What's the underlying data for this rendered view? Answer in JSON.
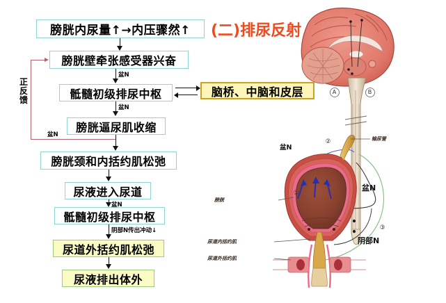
{
  "title": "(二)排尿反射",
  "title_color": "#f04a20",
  "flow": {
    "nodes": [
      {
        "id": "n1",
        "label": "膀胱内尿量↑→内压骤然↑",
        "style": "cyan"
      },
      {
        "id": "n2",
        "label": "膀胱壁牵张感受器兴奋",
        "style": "cyan"
      },
      {
        "id": "n3",
        "label": "骶髓初级排尿中枢",
        "style": "cyan"
      },
      {
        "id": "n4",
        "label": "膀胱逼尿肌收缩",
        "style": "cyan"
      },
      {
        "id": "n5",
        "label": "膀胱颈和内括约肌松弛",
        "style": "cyan"
      },
      {
        "id": "n6",
        "label": "尿液进入尿道",
        "style": "cyan"
      },
      {
        "id": "n7",
        "label": "骶髓初级排尿中枢",
        "style": "cyan"
      },
      {
        "id": "n8",
        "label": "尿道外括约肌松弛",
        "style": "yellowgreen"
      },
      {
        "id": "n9",
        "label": "尿液排出体外",
        "style": "yellowgreen"
      }
    ],
    "brain_box": {
      "id": "brain",
      "label": "脑桥、中脑和皮层",
      "style": "brainbox"
    },
    "edge_labels": {
      "n2_n3": "盆N",
      "n3_n4": "盆N",
      "n6_n7": "盆N",
      "n7_n8": "阴部N传出冲动↓",
      "feedback": "盆N"
    },
    "feedback_label": [
      "正",
      "反",
      "馈"
    ],
    "feedback_color": "#b5636a"
  },
  "anatomy": {
    "brain_markers": [
      "A",
      "B"
    ],
    "circled_numbers": [
      "①",
      "②",
      "③"
    ],
    "organ_labels": [
      {
        "name": "bladder",
        "text": "膀胱"
      },
      {
        "name": "ureter",
        "text": "输尿管"
      },
      {
        "name": "internal-urethral-sphincter",
        "text": "尿道内括约肌"
      },
      {
        "name": "external-urethral-sphincter",
        "text": "尿道外括约肌"
      }
    ],
    "nerve_labels": [
      {
        "name": "pelvic-nerve-upper",
        "text": "盆N"
      },
      {
        "name": "pelvic-nerve-mid",
        "text": "盆N"
      },
      {
        "name": "pudendal-nerve",
        "text": "阴部N"
      }
    ],
    "colors": {
      "brain": "#e07a6a",
      "bladder_wall": "#c94f45",
      "bladder_lumen": "#8a4230",
      "mucosa": "#e86d8a",
      "arrow_blue": "#2a2fb0",
      "nerve_pelvic": "#5a5fb5",
      "nerve_pudendal": "#333333",
      "nerve_green": "#7fbf7f",
      "ureter": "#d8a84a"
    }
  }
}
